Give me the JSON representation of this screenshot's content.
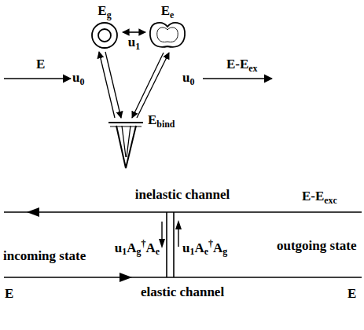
{
  "diagram": {
    "nodes": [
      {
        "text": [
          "Eg"
        ]
      },
      {
        "text": [
          "Ee"
        ]
      }
    ],
    "edges": [
      {
        "from": 0,
        "to": 1,
        "arrow": "both",
        "label": "u1"
      }
    ],
    "labels": [
      "E",
      "u0",
      "u0",
      "E-Eex",
      "Ebind",
      "inelastic channel",
      "E-Eexc",
      "u1Ag†Ae",
      "u1Ae†Ag",
      "outgoing state",
      "incoming state",
      "E",
      "elastic channel",
      "E"
    ]
  }
}
